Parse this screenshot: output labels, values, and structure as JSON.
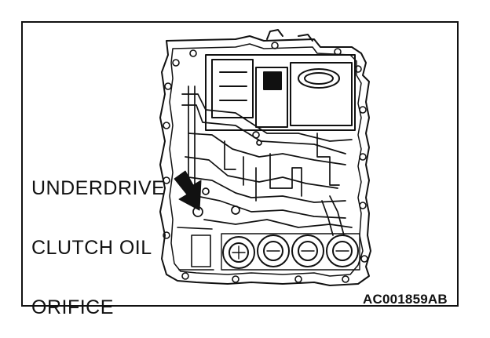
{
  "callout": {
    "lines": [
      "UNDERDRIVE",
      "CLUTCH OIL",
      "ORIFICE"
    ]
  },
  "figure_id": "AC001859AB",
  "icons": {
    "arrow": "arrow-pointer-icon"
  },
  "colors": {
    "ink": "#111111",
    "background": "#ffffff"
  }
}
